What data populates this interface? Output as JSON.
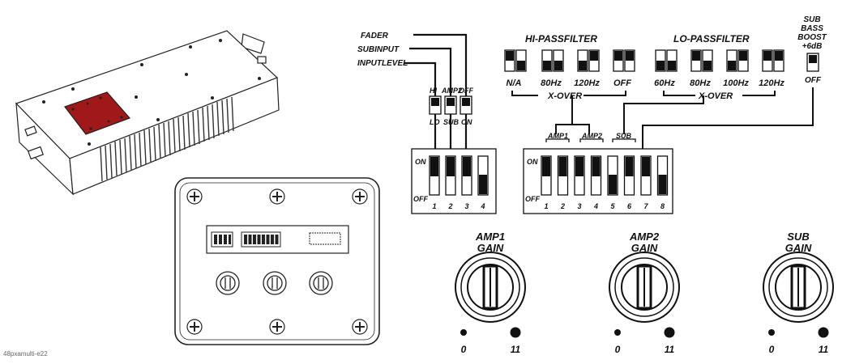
{
  "caption": "48pxamulti-e22",
  "colors": {
    "ink": "#111111",
    "red_plate": "#a01818",
    "background": "#ffffff"
  },
  "input_switch_labels": {
    "fader": "FADER",
    "subinput": "SUBINPUT",
    "input_level": "INPUTLEVEL"
  },
  "small_switches": [
    {
      "top": "HI",
      "bottom": "LO"
    },
    {
      "top": "AMP2",
      "bottom": "SUB"
    },
    {
      "top": "OFF",
      "bottom": "ON"
    }
  ],
  "hi_pass": {
    "title": "HI-PASSFILTER",
    "options": [
      "N/A",
      "80Hz",
      "120Hz",
      "OFF"
    ],
    "xover": "X-OVER"
  },
  "lo_pass": {
    "title": "LO-PASSFILTER",
    "options": [
      "60Hz",
      "80Hz",
      "100Hz",
      "120Hz"
    ],
    "xover": "X-OVER"
  },
  "sub_bass": {
    "line1": "SUB",
    "line2": "BASS",
    "line3": "BOOST",
    "line4": "+6dB",
    "state": "OFF"
  },
  "dip4": {
    "on": "ON",
    "off": "OFF",
    "numbers": [
      "1",
      "2",
      "3",
      "4"
    ]
  },
  "dip8": {
    "on": "ON",
    "off": "OFF",
    "numbers": [
      "1",
      "2",
      "3",
      "4",
      "5",
      "6",
      "7",
      "8"
    ],
    "groups": [
      "AMP1",
      "AMP2",
      "SUB"
    ]
  },
  "knobs": [
    {
      "line1": "AMP1",
      "line2": "GAIN",
      "min": "0",
      "max": "11"
    },
    {
      "line1": "AMP2",
      "line2": "GAIN",
      "min": "0",
      "max": "11"
    },
    {
      "line1": "SUB",
      "line2": "GAIN",
      "min": "0",
      "max": "11"
    }
  ]
}
